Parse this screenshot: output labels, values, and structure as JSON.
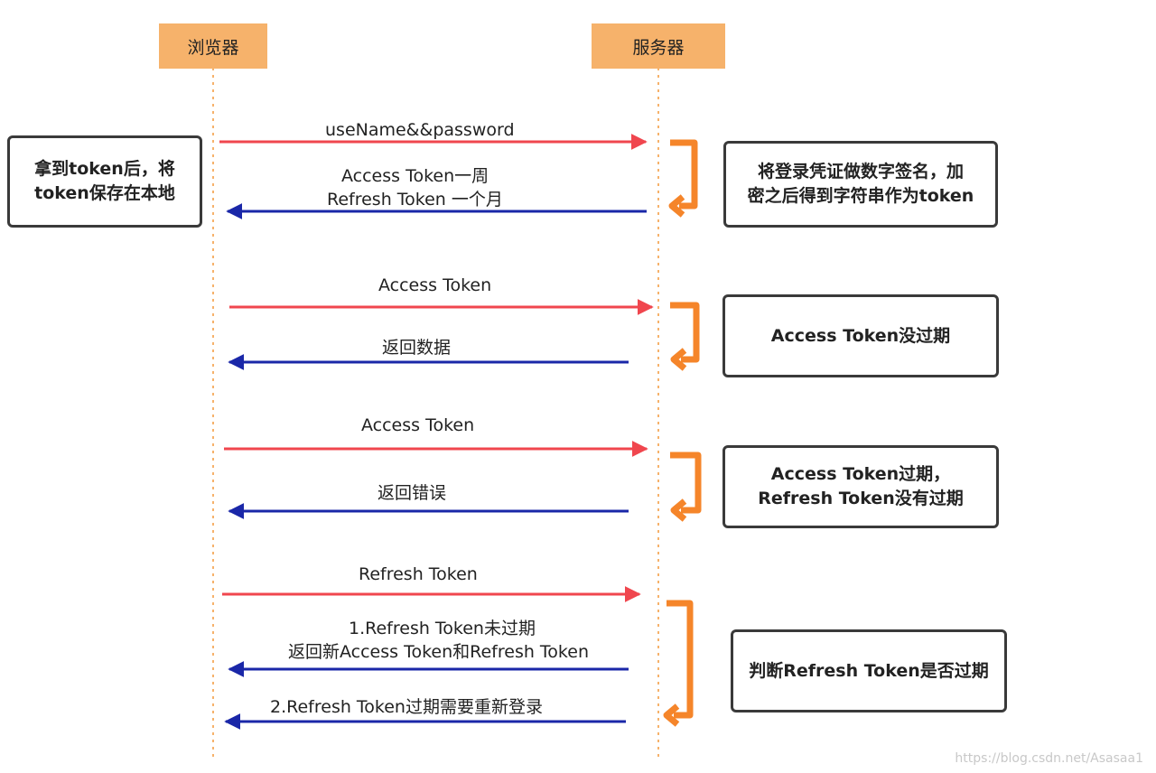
{
  "actors": {
    "browser": "浏览器",
    "server": "服务器"
  },
  "messages": [
    {
      "id": "m1",
      "direction": "request",
      "lines": [
        "useName&&password"
      ]
    },
    {
      "id": "m2",
      "direction": "response",
      "lines": [
        "Access Token一周",
        "Refresh Token 一个月"
      ]
    },
    {
      "id": "m3",
      "direction": "request",
      "lines": [
        "Access Token"
      ]
    },
    {
      "id": "m4",
      "direction": "response",
      "lines": [
        "返回数据"
      ]
    },
    {
      "id": "m5",
      "direction": "request",
      "lines": [
        "Access Token"
      ]
    },
    {
      "id": "m6",
      "direction": "response",
      "lines": [
        "返回错误"
      ]
    },
    {
      "id": "m7",
      "direction": "request",
      "lines": [
        "Refresh Token"
      ]
    },
    {
      "id": "m8",
      "direction": "response",
      "lines": [
        "1.Refresh Token未过期",
        "返回新Access Token和Refresh Token"
      ]
    },
    {
      "id": "m9",
      "direction": "response",
      "lines": [
        "2.Refresh Token过期需要重新登录"
      ]
    }
  ],
  "notes": {
    "browser_store": [
      "拿到token后，将",
      "token保存在本地"
    ],
    "sign": [
      "将登录凭证做数字签名，加",
      "密之后得到字符串作为token"
    ],
    "access_valid": [
      "Access Token没过期"
    ],
    "access_expired": [
      "Access Token过期，",
      "Refresh Token没有过期"
    ],
    "refresh_check": [
      "判断Refresh Token是否过期"
    ]
  },
  "colors": {
    "request_arrow": "#f0464e",
    "response_arrow": "#1a27a8",
    "self_loop": "#f5852a",
    "lifeline": "#f6b26b",
    "actor_fill": "#f6b26b"
  },
  "watermark": "https://blog.csdn.net/Asasaa1"
}
